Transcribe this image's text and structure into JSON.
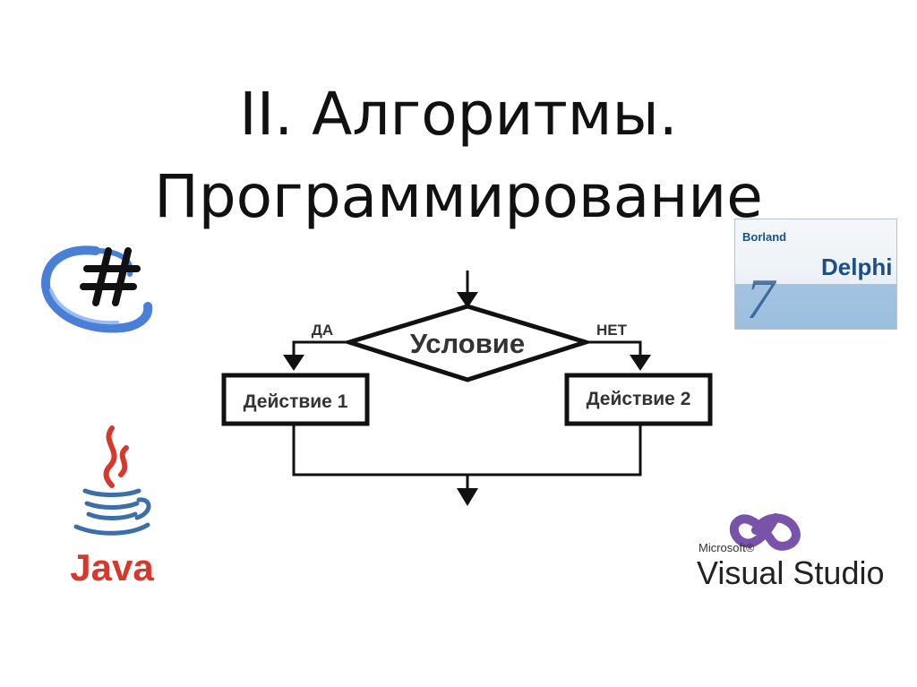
{
  "title": {
    "line1": "II. Алгоритмы.",
    "line2": "Программирование"
  },
  "flowchart": {
    "condition": "Условие",
    "yes_label": "ДА",
    "no_label": "НЕТ",
    "action1": "Действие 1",
    "action2": "Действие 2"
  },
  "logos": {
    "csharp": {
      "icon": "csharp-logo-icon",
      "symbol": "#",
      "color": "#4a7fd8"
    },
    "java": {
      "icon": "java-logo-icon",
      "text": "Java",
      "color": "#d8382b",
      "cup_color": "#3c6ea8"
    },
    "delphi": {
      "icon": "delphi-logo-icon",
      "brand": "Borland",
      "product": "Delphi",
      "version": "7",
      "color": "#1c4f86"
    },
    "visual_studio": {
      "icon": "visual-studio-logo-icon",
      "vendor": "Microsoft®",
      "product": "Visual Studio",
      "color": "#6a3fa0"
    }
  }
}
